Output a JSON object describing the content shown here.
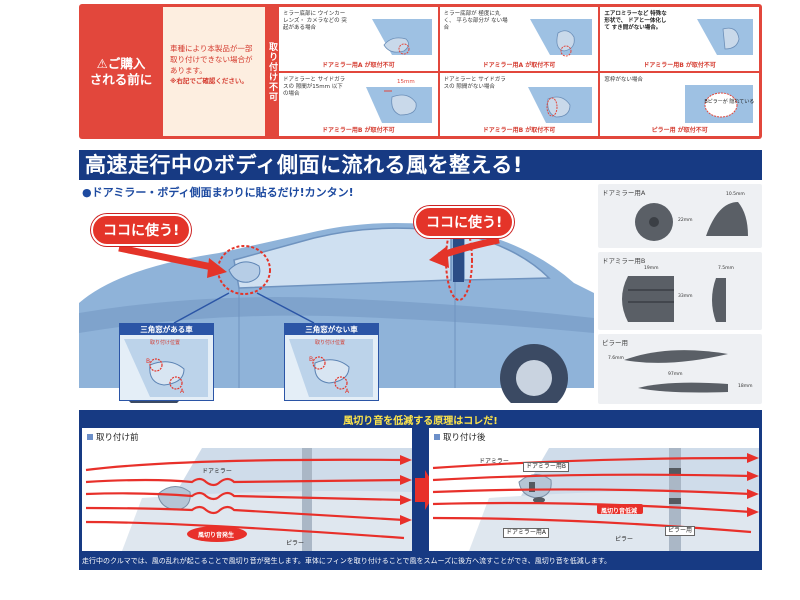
{
  "warning": {
    "title_line1": "⚠ご購入",
    "title_line2": "される前に",
    "desc": "車種により本製品が一部取り付けできない場合があります。",
    "desc_note": "※右記でご確認ください。",
    "side_label": "取り付け不可",
    "cells": [
      {
        "text": "ミラー底部に ウインカーレンズ・ カメラなどの 突起がある場合",
        "footer": "ドアミラー用A が取付不可"
      },
      {
        "text": "ミラー底部が 極度に丸く、 平らな部分が ない場合",
        "footer": "ドアミラー用A が取付不可"
      },
      {
        "text": "エアロミラーなど 特殊な形状で、 ドアと一体化して すき間がない場合。",
        "footer": "ドアミラー用B が取付不可"
      },
      {
        "text": "ドアミラーと サイドガラスの 隙間が15mm 以下の場合",
        "footer": "ドアミラー用B が取付不可",
        "dim": "15mm"
      },
      {
        "text": "ドアミラーと サイドガラスの 隙間がない場合",
        "footer": "ドアミラー用B が取付不可"
      },
      {
        "text": "窓枠がない場合",
        "footer": "ピラー用 が取付不可",
        "bubble": "Bピラーが 隠れている"
      }
    ]
  },
  "banner": {
    "title": "高速走行中のボディ側面に流れる風を整える!",
    "subtitle": "●ドアミラー・ボディ側面まわりに貼るだけ!カンタン!"
  },
  "car": {
    "callout_left": "ココに使う!",
    "callout_right": "ココに使う!",
    "inset_left": {
      "title": "三角窓がある車",
      "label": "取り付け位置"
    },
    "inset_right": {
      "title": "三角窓がない車",
      "label": "取り付け位置"
    }
  },
  "parts": [
    {
      "name": "ドアミラー用A",
      "dims": [
        "10.5mm",
        "22mm"
      ]
    },
    {
      "name": "ドアミラー用B",
      "dims": [
        "19mm",
        "7.5mm",
        "33mm"
      ]
    },
    {
      "name": "ピラー用",
      "dims": [
        "7.6mm",
        "97mm",
        "18mm"
      ]
    }
  ],
  "principle": {
    "title": "風切り音を低減する原理はコレだ!",
    "before": {
      "label": "取り付け前",
      "mirror": "ドアミラー",
      "noise": "風切り音発生",
      "pillar": "ピラー"
    },
    "after": {
      "label": "取り付け後",
      "mirror": "ドアミラー",
      "part_b": "ドアミラー用B",
      "noise_reduced": "風切り音低減",
      "part_a": "ドアミラー用A",
      "pillar": "ピラー",
      "pillar_part": "ピラー用"
    },
    "footer": "走行中のクルマでは、風の乱れが起こることで風切り音が発生します。車体にフィンを取り付けることで風をスムーズに後方へ流すことができ、風切り音を低減します。"
  },
  "colors": {
    "red": "#e2473c",
    "navy": "#173a83",
    "car_blue": "#8fb3d9",
    "arrow_red": "#e8302a"
  }
}
